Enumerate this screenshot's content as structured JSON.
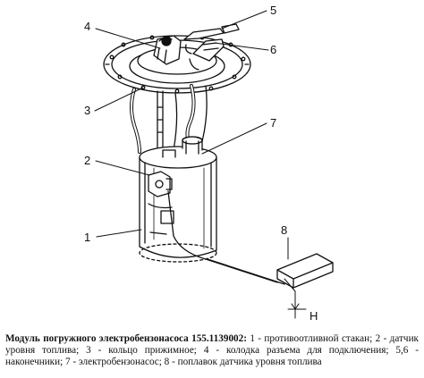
{
  "figure": {
    "callouts": [
      {
        "id": "1",
        "label": "1"
      },
      {
        "id": "2",
        "label": "2"
      },
      {
        "id": "3",
        "label": "3"
      },
      {
        "id": "4",
        "label": "4"
      },
      {
        "id": "5",
        "label": "5"
      },
      {
        "id": "6",
        "label": "6"
      },
      {
        "id": "7",
        "label": "7"
      },
      {
        "id": "8",
        "label": "8"
      }
    ],
    "dimension_label": "H"
  },
  "caption": {
    "title": "Модуль погружного электробензонасоса 155.1139002:",
    "text": " 1 - противоотливной стакан; 2 - датчик уровня топлива; 3 - кольцо прижимное; 4 - колодка разъема для подключения; 5,6 - наконечники; 7 - электробензонасос; 8 - поплавок датчика уровня топлива"
  }
}
